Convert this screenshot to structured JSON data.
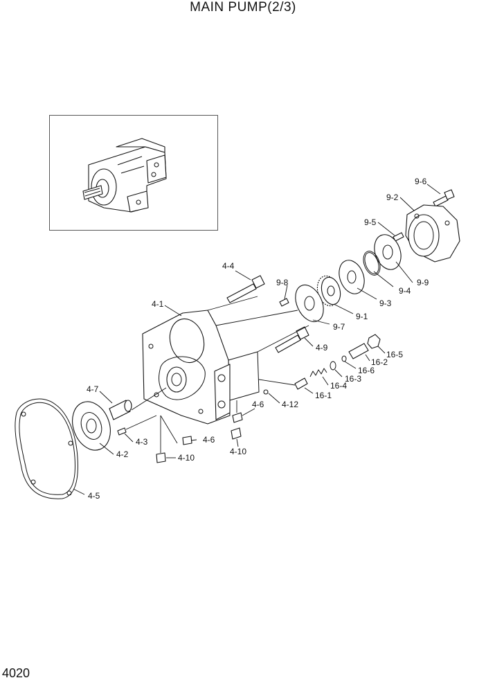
{
  "title": "MAIN PUMP(2/3)",
  "page_number": "4020",
  "labels": {
    "l_9_6": "9-6",
    "l_9_2": "9-2",
    "l_9_5": "9-5",
    "l_9_9": "9-9",
    "l_9_4": "9-4",
    "l_9_3": "9-3",
    "l_9_8": "9-8",
    "l_9_1": "9-1",
    "l_9_7": "9-7",
    "l_4_4": "4-4",
    "l_4_1": "4-1",
    "l_4_9": "4-9",
    "l_16_5": "16-5",
    "l_16_2": "16-2",
    "l_16_6": "16-6",
    "l_16_3": "16-3",
    "l_16_4": "16-4",
    "l_16_1": "16-1",
    "l_4_12": "4-12",
    "l_4_6a": "4-6",
    "l_4_7": "4-7",
    "l_4_3": "4-3",
    "l_4_6b": "4-6",
    "l_4_10a": "4-10",
    "l_4_10b": "4-10",
    "l_4_2": "4-2",
    "l_4_5": "4-5"
  }
}
